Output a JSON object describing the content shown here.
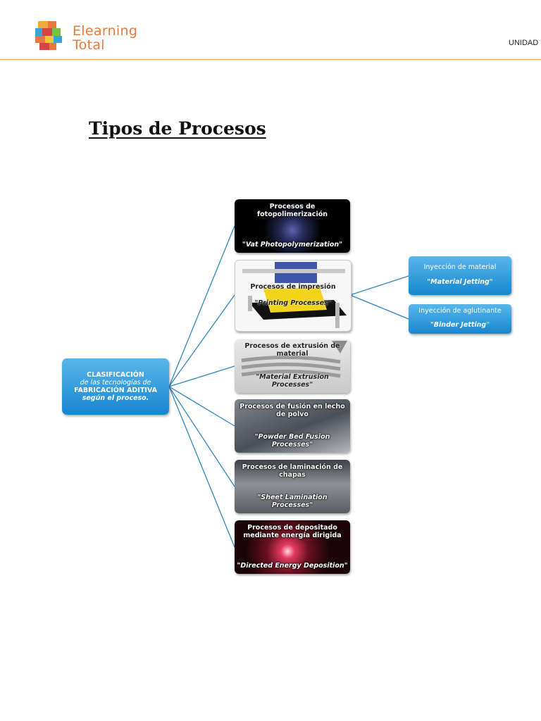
{
  "header": {
    "logo_line1": "Elearning",
    "logo_line2": "Total",
    "unit_label": "UNIDAD"
  },
  "page_title": "Tipos de Procesos",
  "diagram": {
    "root": {
      "line1": "CLASIFICACIÓN",
      "line2": "de las tecnologías de",
      "line3": "FABRICACIÓN ADITIVA",
      "line4": "según el proceso."
    },
    "processes": [
      {
        "title": "Procesos de fotopolimerización",
        "subtitle": "\"Vat Photopolymerization\""
      },
      {
        "title": "Procesos de impresión",
        "subtitle": "\"Printing Processes\""
      },
      {
        "title": "Procesos de extrusión de material",
        "subtitle": "\"Material Extrusion Processes\""
      },
      {
        "title": "Procesos de fusión en lecho de polvo",
        "subtitle": "\"Powder Bed Fusion Processes\""
      },
      {
        "title": "Procesos de laminación de chapas",
        "subtitle": "\"Sheet Lamination Processes\""
      },
      {
        "title": "Procesos de depositado mediante energía dirigida",
        "subtitle": "\"Directed Energy Deposition\""
      }
    ],
    "printing_subtypes": [
      {
        "title": "Inyección de material",
        "subtitle": "\"Material Jetting\""
      },
      {
        "title": "Inyección de aglutinante",
        "subtitle": "\"Binder Jetting\""
      }
    ]
  },
  "colors": {
    "accent_orange": "#e8793a",
    "node_blue": "#1786cf",
    "connector": "#2e86c1"
  }
}
